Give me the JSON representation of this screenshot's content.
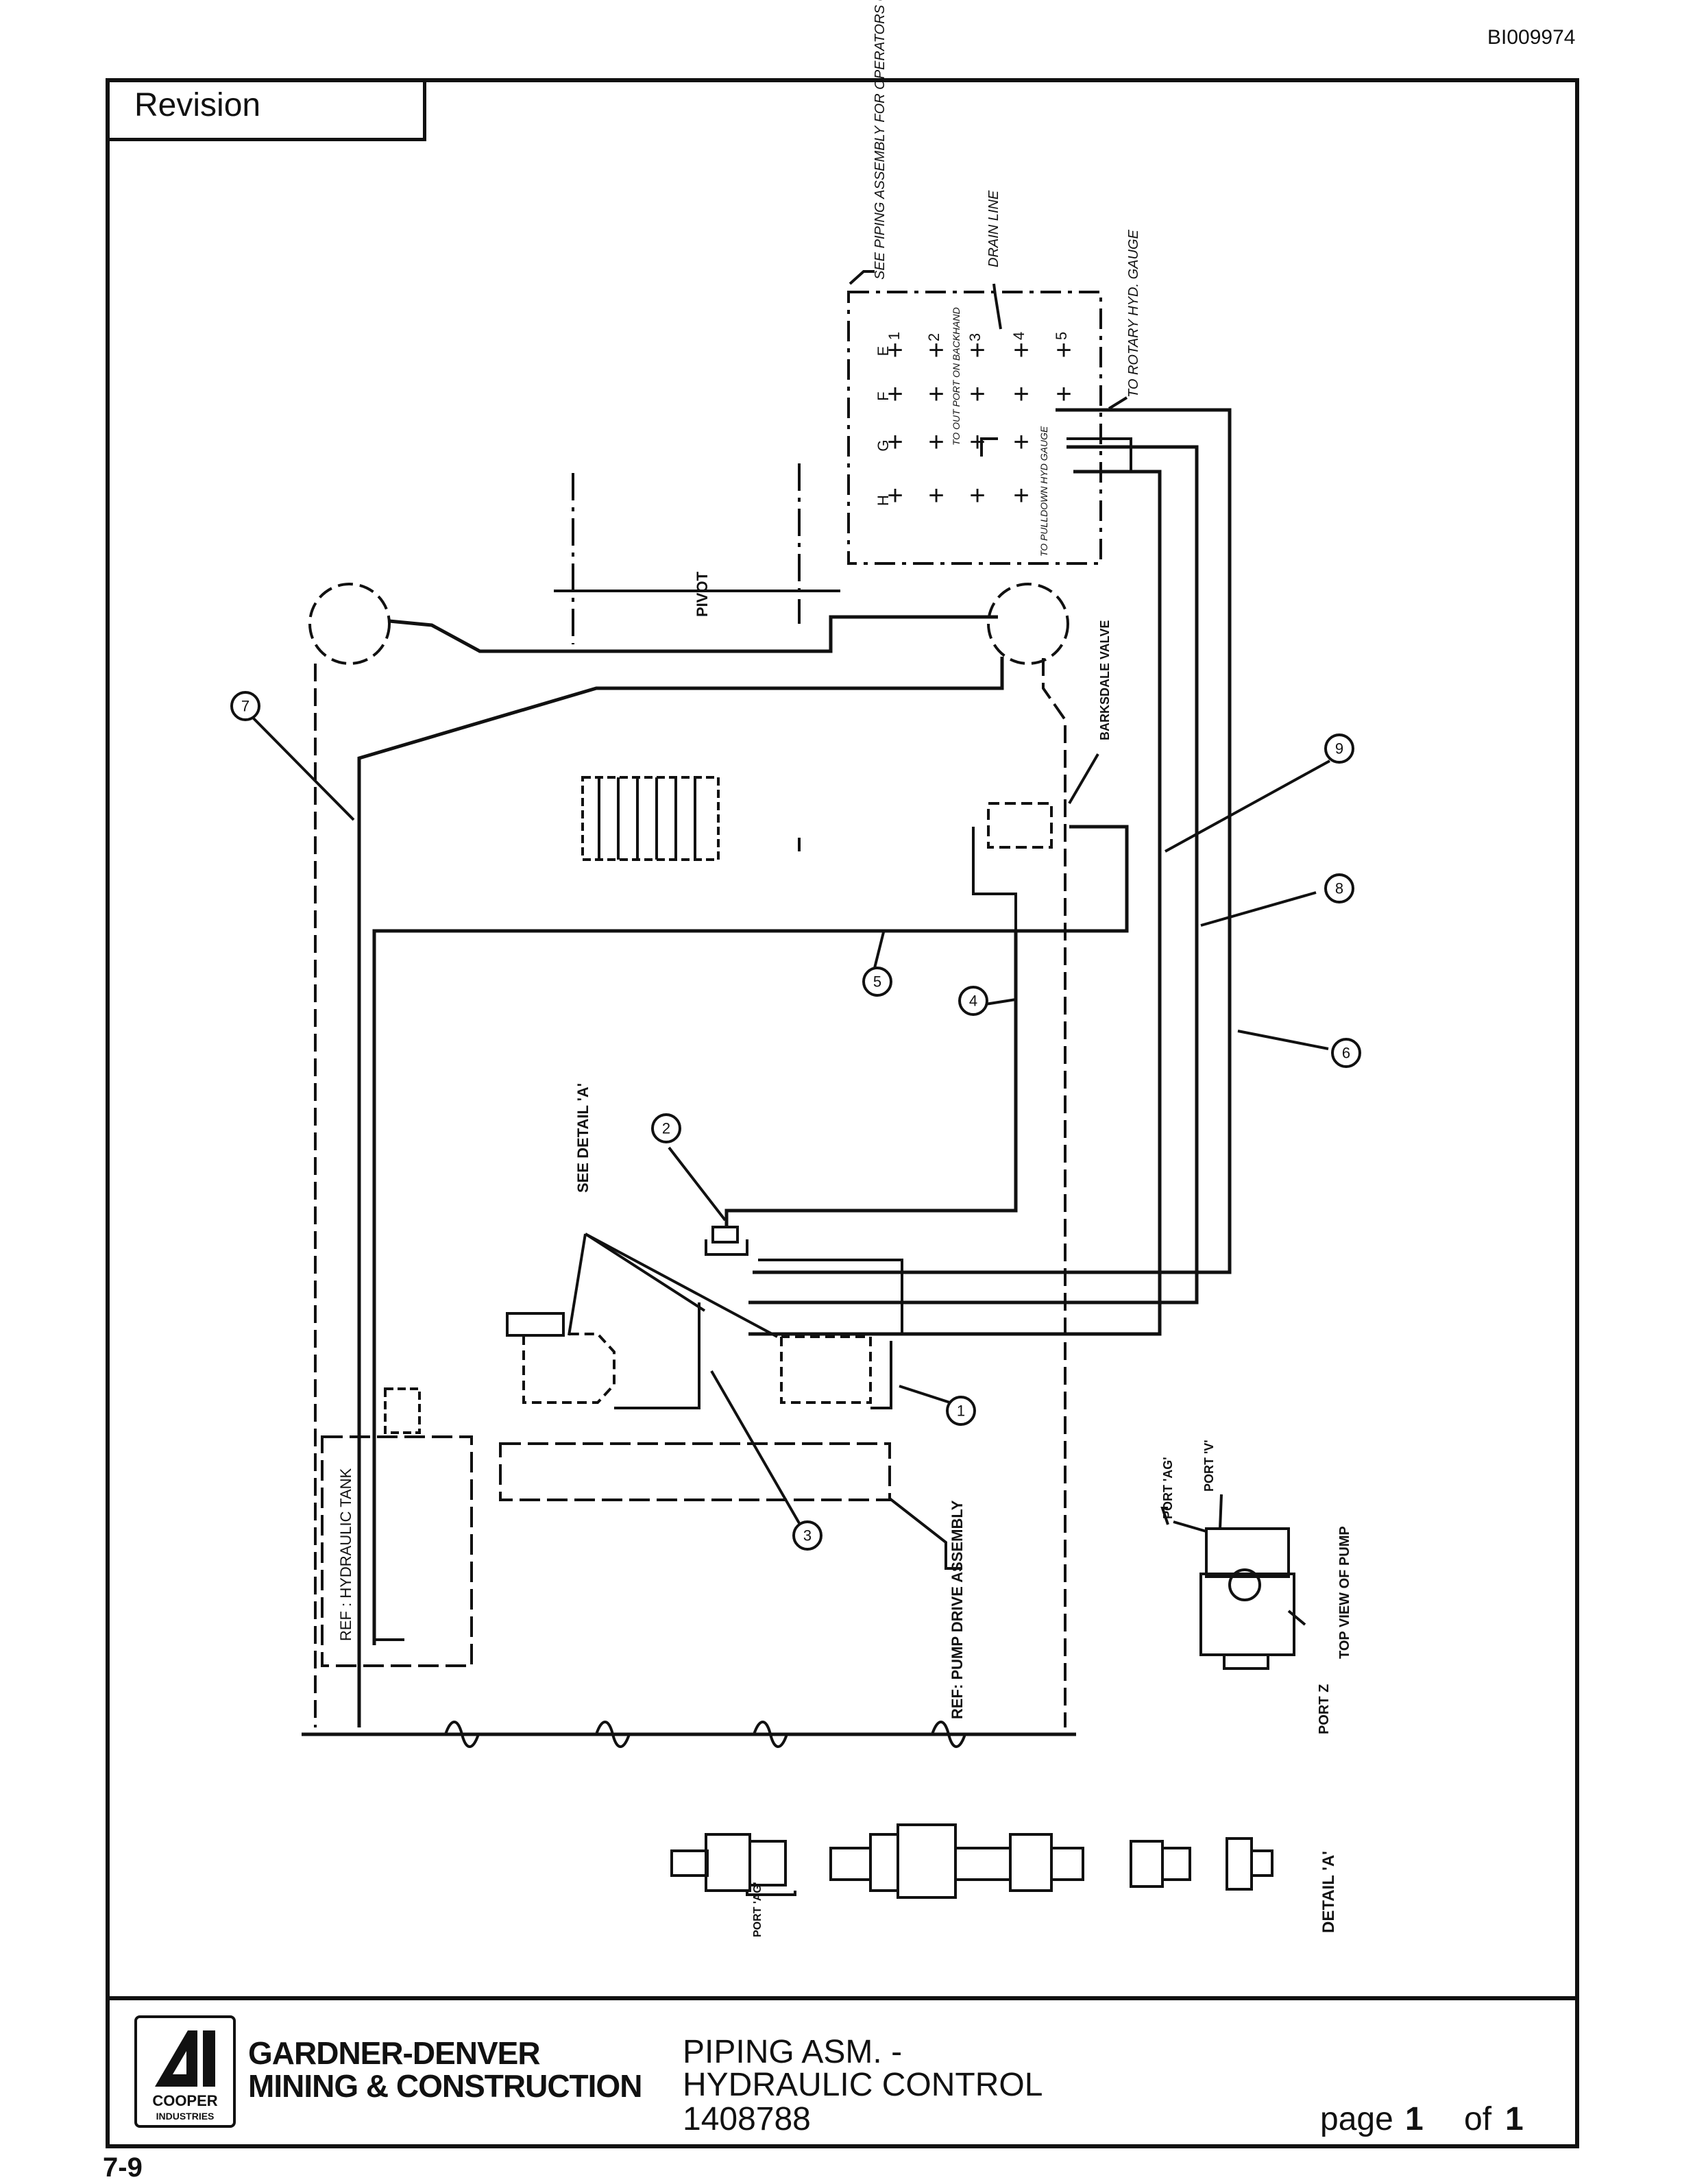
{
  "doc_id": "BI009974",
  "revision_label": "Revision",
  "company": {
    "line1": "GARDNER-DENVER",
    "line2": "MINING & CONSTRUCTION",
    "logo_text": "COOPER",
    "logo_sub": "INDUSTRIES"
  },
  "title": {
    "line1": "PIPING ASM. -",
    "line2": "HYDRAULIC CONTROL",
    "part_number": "1408788"
  },
  "page": {
    "label": "page",
    "number": "1",
    "of_label": "of",
    "total": "1"
  },
  "footer_code": "7-9",
  "callouts": [
    "1",
    "2",
    "3",
    "4",
    "5",
    "6",
    "7",
    "8",
    "9"
  ],
  "labels": {
    "see_piping": "SEE PIPING ASSEMBLY FOR OPERATORS CAB",
    "drain_line": "DRAIN LINE",
    "to_rotary": "TO ROTARY HYD. GAUGE",
    "to_pulldown": "TO PULLDOWN HYD GAUGE",
    "to_outport": "TO OUT PORT ON BACKHAND",
    "pivot": "PIVOT",
    "barksdale_valve": "BARKSDALE VALVE",
    "see_detail": "SEE DETAIL 'A'",
    "hydraulic_tank": "REF : HYDRAULIC TANK",
    "pump_drive": "REF: PUMP DRIVE ASSEMBLY",
    "port_ag": "PORT 'AG'",
    "port_v": "PORT 'V'",
    "port_z": "PORT Z",
    "top_view": "TOP VIEW OF PUMP",
    "detail_a": "DETAIL 'A'",
    "port_ag_detail": "PORT 'AG'"
  },
  "manifold_ports": [
    "H",
    "G",
    "F",
    "E",
    "1",
    "2",
    "3",
    "4",
    "5"
  ]
}
